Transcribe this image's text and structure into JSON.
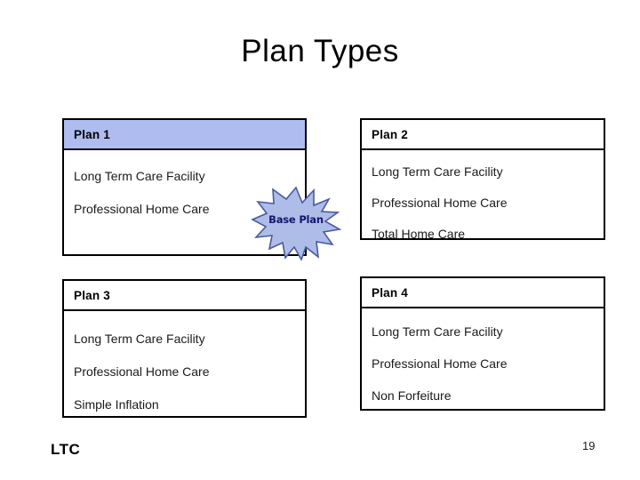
{
  "slide": {
    "title": "Plan Types",
    "footer_brand": "LTC",
    "page_number": "19",
    "background_color": "#ffffff"
  },
  "colors": {
    "header_fill": "#aebcf0",
    "callout_fill": "#aebce8",
    "callout_stroke": "#4a5a9e",
    "callout_text": "#16166b",
    "border": "#000000",
    "body_text": "#1a1a1a"
  },
  "plans": [
    {
      "id": "plan-1",
      "header": "Plan 1",
      "header_filled": true,
      "items": [
        "Long Term Care Facility",
        "Professional Home Care"
      ]
    },
    {
      "id": "plan-2",
      "header": "Plan 2",
      "header_filled": false,
      "items": [
        "Long Term Care Facility",
        "Professional Home Care",
        "Total Home Care"
      ]
    },
    {
      "id": "plan-3",
      "header": "Plan 3",
      "header_filled": false,
      "items": [
        "Long Term Care Facility",
        "Professional Home Care",
        "Simple Inflation"
      ]
    },
    {
      "id": "plan-4",
      "header": "Plan 4",
      "header_filled": false,
      "items": [
        "Long Term Care Facility",
        "Professional Home Care",
        "Non Forfeiture"
      ]
    }
  ],
  "callout": {
    "label": "Base Plan",
    "shape": "starburst"
  }
}
